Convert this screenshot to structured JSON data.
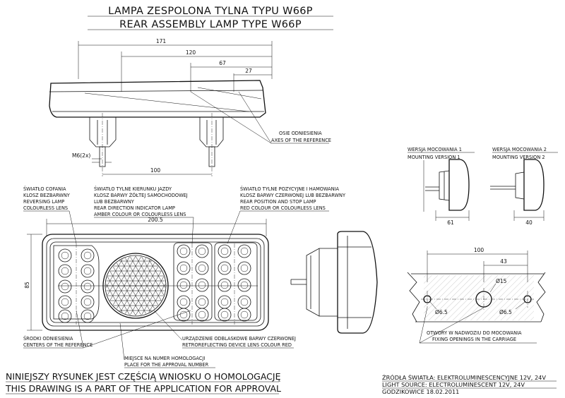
{
  "title": {
    "pl": "LAMPA ZESPOLONA TYLNA  TYPU W66P",
    "en": "REAR ASSEMBLY LAMP TYPE W66P"
  },
  "side_view": {
    "dims": [
      "171",
      "120",
      "67",
      "27",
      "100"
    ],
    "thread_label": "M6(2x)",
    "axes_label": {
      "pl": "OSIE ODNIESIENIA",
      "en": "AXES OF THE REFERENCE"
    }
  },
  "mounting": {
    "v1": {
      "pl": "WERSJA MOCOWANIA 1",
      "en": "MOUNTING VERSION 1",
      "dim": "61"
    },
    "v2": {
      "pl": "WERSJA MOCOWANIA 2",
      "en": "MOUNTING VERSION 2",
      "dim": "40"
    }
  },
  "front_view": {
    "width_dim": "200.5",
    "height_dim": "85",
    "reversing": [
      "ŚWIATŁO COFANIA",
      "KLOSZ BEZBARWNY",
      "REVERSING LAMP",
      "COLOURLESS LENS"
    ],
    "indicator": [
      "ŚWIATŁO TYLNE KIERUNKU JAZDY",
      "KLOSZ BARWY ŻÓŁTEJ SAMOCHODOWEJ",
      "LUB BEZBARWNY",
      "REAR DIRECTION INDICATOR LAMP",
      "AMBER COLOUR OR COLOURLESS LENS"
    ],
    "position_stop": [
      "ŚWIATŁO TYLNE POZYCYJNE I HAMOWANIA",
      "KLOSZ BARWY CZERWONEJ LUB BEZBARWNY",
      "REAR POSITION AND STOP LAMP",
      "RED COLOUR OR COLOURLESS LENS"
    ],
    "centers": [
      "ŚRODKI ODNIESIENIA",
      "CENTERS OF THE REFERENCE"
    ],
    "retro": [
      "URZĄDZENIE ODBLASKOWE BARWY CZERWONEJ",
      "RETROREFLECTING DEVICE LENS COLOUR RED"
    ],
    "approval_place": [
      "MIEJSCE NA NUMER HOMOLOGACJI",
      "PLACE FOR THE APPROVAL NUMBER"
    ]
  },
  "holes": {
    "dims": [
      "100",
      "43",
      "Ø15",
      "Ø6.5",
      "Ø6.5"
    ],
    "caption": [
      "OTWORY W NADWOZIU DO MOCOWANIA",
      "FIXING OPENINGS IN THE CARRIAGE"
    ]
  },
  "footer": {
    "pl": "NINIEJSZY RYSUNEK JEST CZĘŚCIĄ WNIOSKU O  HOMOLOGACJĘ",
    "en": "THIS DRAWING IS A PART OF THE APPLICATION FOR  APPROVAL",
    "light_pl": "ŹRÓDŁA ŚWIATŁA: ELEKTROLUMINESCENCYJNE  12V, 24V",
    "light_en": "LIGHT SOURCE: ELECTROLUMINESCENT  12V, 24V",
    "place_date": "GODZIKOWICE 18.02.2011"
  }
}
